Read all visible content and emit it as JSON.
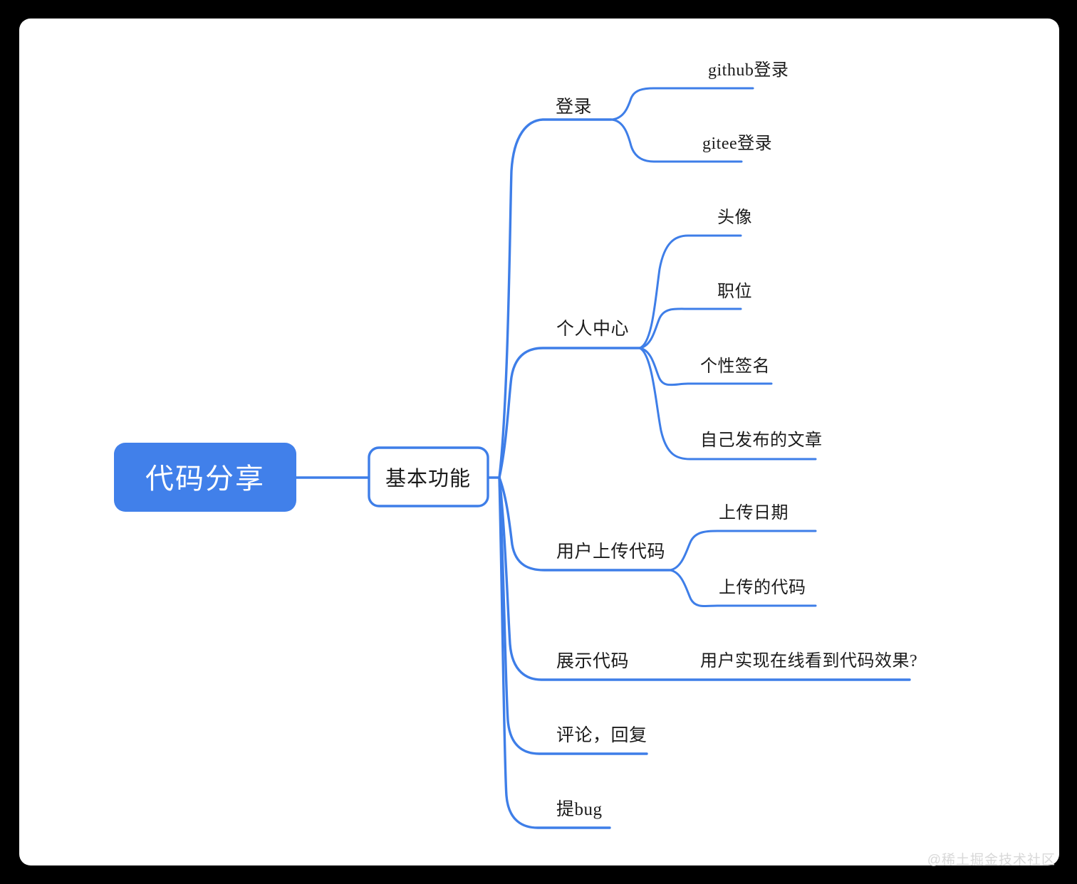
{
  "canvas": {
    "background": "#ffffff",
    "outer_background": "#000000",
    "accent": "#3e7ee8",
    "root_fill": "#4180ea",
    "root_text_color": "#ffffff",
    "label_color": "#1b1b1b"
  },
  "watermark": {
    "text": "@稀土掘金技术社区",
    "color": "#d8d8d8"
  },
  "chart_data": {
    "type": "diagram",
    "diagram_kind": "mind-map",
    "title": "代码分享",
    "orientation": "left-to-right",
    "root": {
      "label": "代码分享",
      "style": "filled",
      "children": [
        {
          "label": "基本功能",
          "style": "outlined",
          "children": [
            {
              "label": "登录",
              "children": [
                {
                  "label": "github登录",
                  "children": []
                },
                {
                  "label": "gitee登录",
                  "children": []
                }
              ]
            },
            {
              "label": "个人中心",
              "children": [
                {
                  "label": "头像",
                  "children": []
                },
                {
                  "label": "职位",
                  "children": []
                },
                {
                  "label": "个性签名",
                  "children": []
                },
                {
                  "label": "自己发布的文章",
                  "children": []
                }
              ]
            },
            {
              "label": "用户上传代码",
              "children": [
                {
                  "label": "上传日期",
                  "children": []
                },
                {
                  "label": "上传的代码",
                  "children": []
                }
              ]
            },
            {
              "label": "展示代码",
              "children": [
                {
                  "label": "用户实现在线看到代码效果?",
                  "children": []
                }
              ]
            },
            {
              "label": "评论，回复",
              "children": []
            },
            {
              "label": "提bug",
              "children": []
            }
          ]
        }
      ]
    }
  },
  "nodes": {
    "root": "代码分享",
    "basic_features": "基本功能",
    "login": "登录",
    "login_github": "github登录",
    "login_gitee": "gitee登录",
    "profile": "个人中心",
    "profile_avatar": "头像",
    "profile_position": "职位",
    "profile_signature": "个性签名",
    "profile_articles": "自己发布的文章",
    "upload": "用户上传代码",
    "upload_date": "上传日期",
    "upload_code": "上传的代码",
    "display": "展示代码",
    "display_online": "用户实现在线看到代码效果?",
    "comment_reply": "评论，回复",
    "report_bug": "提bug"
  }
}
